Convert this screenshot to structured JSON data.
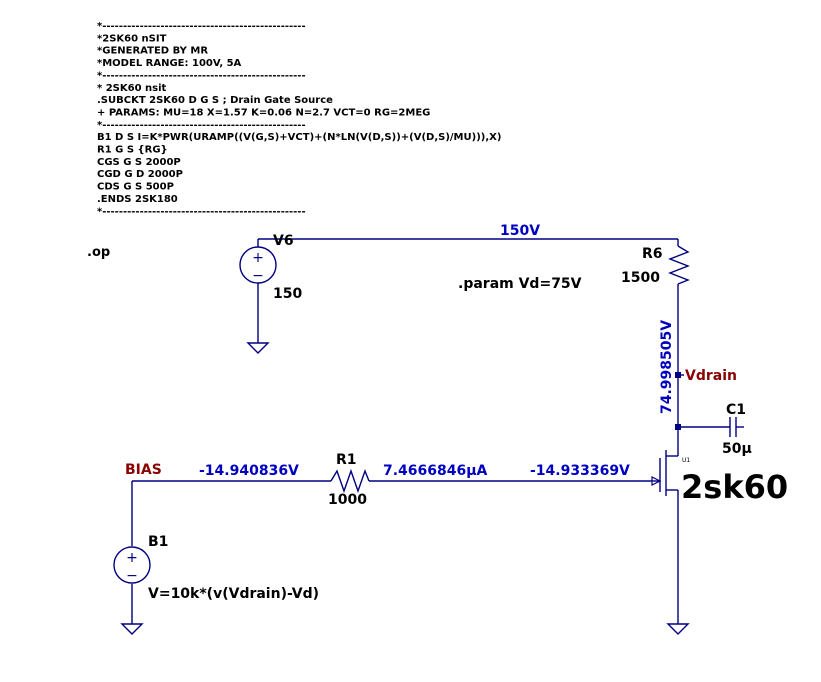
{
  "spice_text": [
    "*-------------------------------------------------",
    "*2SK60 nSIT",
    "*GENERATED BY MR",
    "*MODEL RANGE: 100V, 5A",
    "*-------------------------------------------------",
    "* 2SK60 nsit",
    ".SUBCKT 2SK60 D G S ; Drain Gate Source",
    "+ PARAMS: MU=18 X=1.57 K=0.06 N=2.7 VCT=0 RG=2MEG",
    "*-------------------------------------------------",
    "B1 D S I=K*PWR(URAMP((V(G,S)+VCT)+(N*LN(V(D,S))+(V(D,S)/MU))),X)",
    "R1 G S {RG}",
    "CGS G S 2000P",
    "CGD G D 2000P",
    "CDS G S 500P",
    ".ENDS 2SK180",
    "*-------------------------------------------------"
  ],
  "directives": {
    "op": ".op",
    "param": ".param Vd=75V"
  },
  "components": {
    "v6": {
      "name": "V6",
      "value": "150"
    },
    "r6": {
      "name": "R6",
      "value": "1500"
    },
    "r1": {
      "name": "R1",
      "value": "1000"
    },
    "c1": {
      "name": "C1",
      "value": "50µ"
    },
    "b1": {
      "name": "B1",
      "value": "V=10k*(v(Vdrain)-Vd)"
    },
    "u1": {
      "name": "U1",
      "value": "2sk60"
    }
  },
  "nets": {
    "bias": "BIAS",
    "vdrain": "Vdrain"
  },
  "annotations": {
    "v_top": "150V",
    "v_drain": "74.998505V",
    "v_bias": "-14.940836V",
    "i_r1": "7.4666846µA",
    "v_gate": "-14.933369V"
  },
  "colors": {
    "wire": "#000080",
    "text": "#000000",
    "annotation": "#0000c0",
    "netlabel": "#8b0000",
    "background": "#ffffff"
  }
}
